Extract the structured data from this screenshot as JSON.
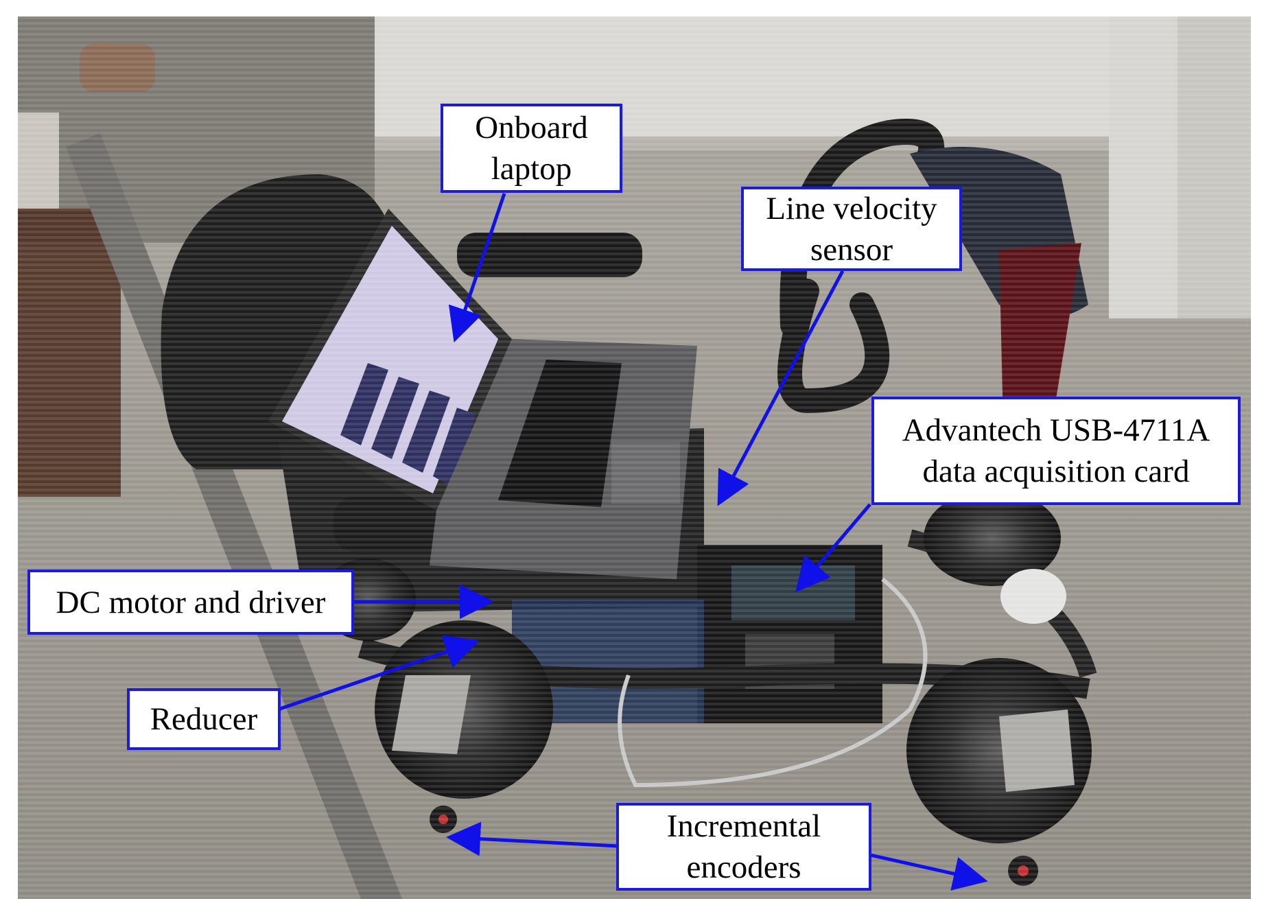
{
  "labels": {
    "onboard_laptop": [
      "Onboard",
      "laptop"
    ],
    "line_velocity_sensor": [
      "Line velocity",
      "sensor"
    ],
    "daq_card": [
      "Advantech USB-4711A",
      "data acquisition card"
    ],
    "dc_motor": [
      "DC motor and driver"
    ],
    "reducer": [
      "Reducer"
    ],
    "encoders": [
      "Incremental",
      "encoders"
    ]
  },
  "colors": {
    "label_border": "#1a1ae0",
    "arrow": "#1010e8",
    "label_background": "#ffffff"
  }
}
